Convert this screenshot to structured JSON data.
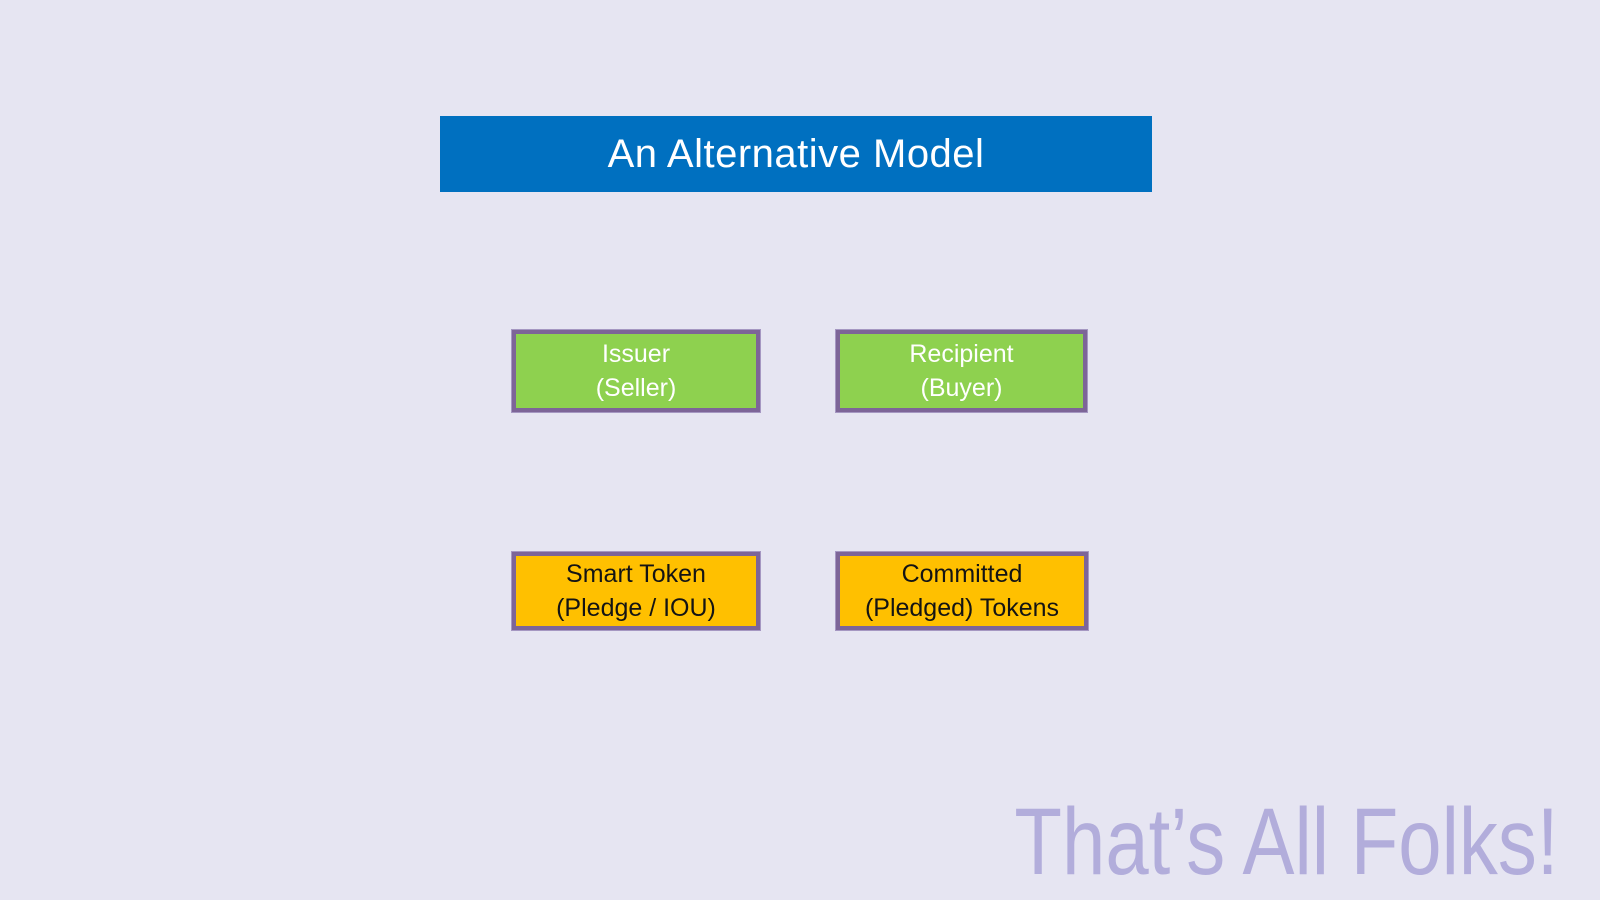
{
  "slide": {
    "title": "An Alternative Model",
    "watermark": "That’s All Folks!",
    "colors": {
      "background": "#e6e5f2",
      "banner_blue": "#0070c0",
      "box_green": "#8ed14f",
      "box_orange": "#ffc000",
      "border_purple": "#7d6598",
      "watermark_purple": "#b2addb"
    },
    "boxes": [
      {
        "id": "issuer",
        "line1": "Issuer",
        "line2": "(Seller)",
        "fill": "green"
      },
      {
        "id": "recipient",
        "line1": "Recipient",
        "line2": "(Buyer)",
        "fill": "green"
      },
      {
        "id": "smart-token",
        "line1": "Smart Token",
        "line2": "(Pledge / IOU)",
        "fill": "orange"
      },
      {
        "id": "committed-tokens",
        "line1": "Committed",
        "line2": "(Pledged) Tokens",
        "fill": "orange"
      }
    ]
  }
}
